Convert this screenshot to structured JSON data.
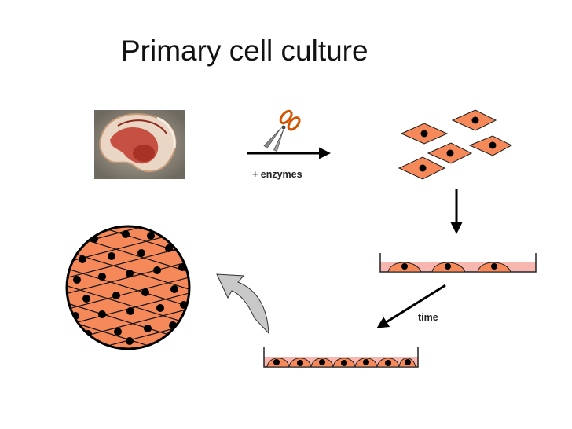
{
  "slide": {
    "title": "Primary cell culture",
    "labels": {
      "enzymes": "+ enzymes",
      "time": "time"
    }
  },
  "colors": {
    "cell_fill": "#F5895A",
    "cell_stroke": "#1a1a1a",
    "dish_fill": "#F7B7B0",
    "nucleus": "#000000",
    "arrow": "#000000",
    "curved_arrow_fill": "#C8C8C8"
  },
  "icons": [
    "tissue-photo",
    "scissors-icon",
    "curved-arrow-icon"
  ]
}
